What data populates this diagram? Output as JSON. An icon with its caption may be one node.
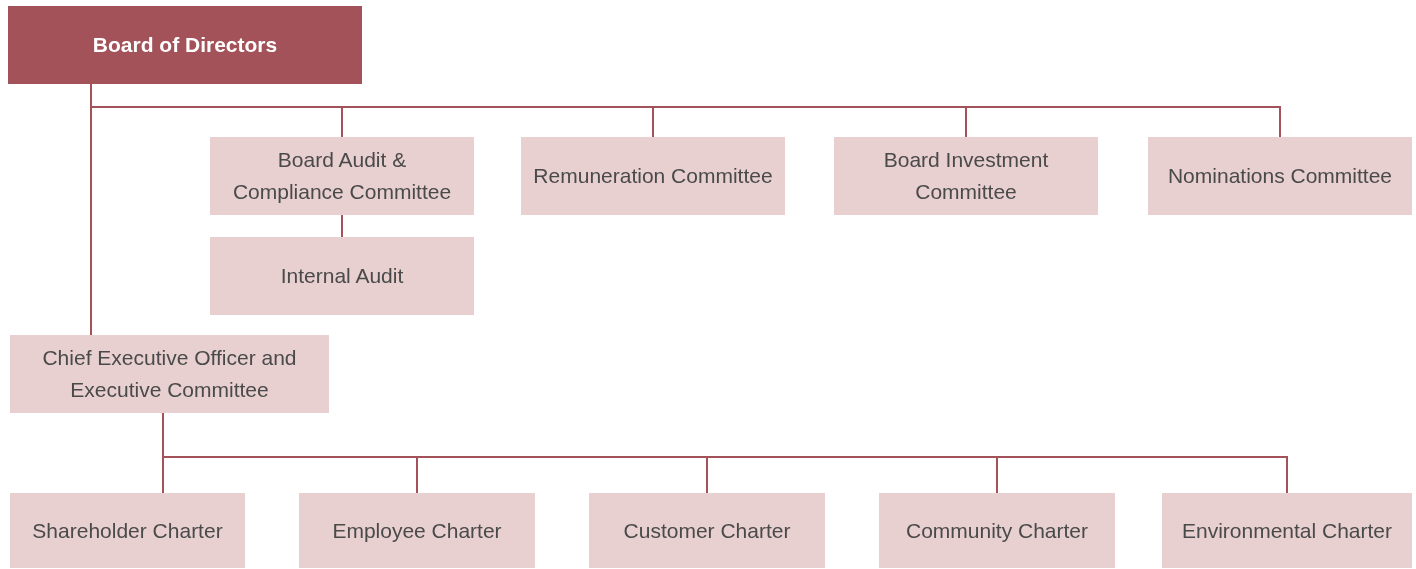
{
  "diagram": {
    "nodes": [
      {
        "text": [
          "Board of Directors"
        ]
      },
      {
        "text": [
          "Board Audit & Compliance Committee"
        ]
      },
      {
        "text": [
          "Remuneration Committee"
        ]
      },
      {
        "text": [
          "Board Investment Committee"
        ]
      },
      {
        "text": [
          "Nominations Committee"
        ]
      },
      {
        "text": [
          "Internal Audit"
        ]
      },
      {
        "text": [
          "Chief Executive Officer and Executive Committee"
        ]
      },
      {
        "text": [
          "Shareholder Charter"
        ]
      },
      {
        "text": [
          "Employee Charter"
        ]
      },
      {
        "text": [
          "Customer Charter"
        ]
      },
      {
        "text": [
          "Community Charter"
        ]
      },
      {
        "text": [
          "Environmental Charter"
        ]
      }
    ],
    "edges": [
      {
        "from": 0,
        "to": 1,
        "arrow": "none"
      },
      {
        "from": 0,
        "to": 2,
        "arrow": "none"
      },
      {
        "from": 0,
        "to": 3,
        "arrow": "none"
      },
      {
        "from": 0,
        "to": 4,
        "arrow": "none"
      },
      {
        "from": 1,
        "to": 5,
        "arrow": "none"
      },
      {
        "from": 0,
        "to": 6,
        "arrow": "none"
      },
      {
        "from": 6,
        "to": 7,
        "arrow": "none"
      },
      {
        "from": 6,
        "to": 8,
        "arrow": "none"
      },
      {
        "from": 6,
        "to": 9,
        "arrow": "none"
      },
      {
        "from": 6,
        "to": 10,
        "arrow": "none"
      },
      {
        "from": 6,
        "to": 11,
        "arrow": "none"
      }
    ]
  }
}
